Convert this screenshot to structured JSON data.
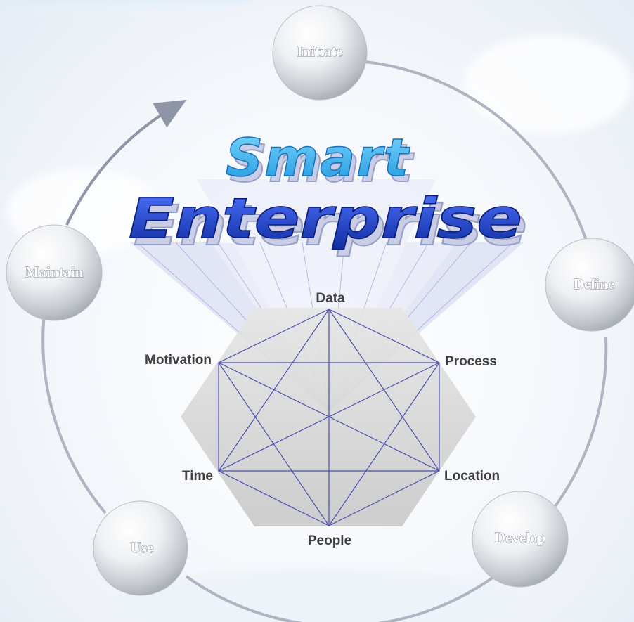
{
  "title": {
    "line1": "Smart",
    "line2": "Enterprise"
  },
  "cycle": {
    "stages": [
      "Initiate",
      "Define",
      "Develop",
      "Use",
      "Maintain"
    ]
  },
  "hexagon": {
    "vertices": [
      "Data",
      "Process",
      "Location",
      "People",
      "Time",
      "Motivation"
    ]
  },
  "colors": {
    "title_line1": "#2aa8e8",
    "title_line2": "#1436b8",
    "hex_fill": "#d3d3d3",
    "hex_lines": "#4a4fb0",
    "cycle_line": "#aeb4c2",
    "arrow": "#8d95a6"
  }
}
